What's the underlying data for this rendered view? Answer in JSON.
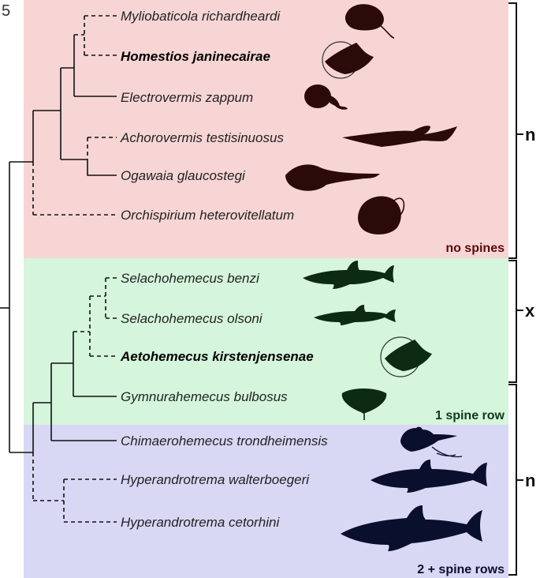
{
  "panel_label": "5",
  "regions": [
    {
      "key": "red",
      "label": "no spines",
      "fill": "#f7d5d5",
      "text_color": "#5a0a0a"
    },
    {
      "key": "green",
      "label": "1 spine row",
      "fill": "#d5f5dc",
      "text_color": "#0e3a18"
    },
    {
      "key": "blue",
      "label": "2 + spine rows",
      "fill": "#d8d8f5",
      "text_color": "#0a0f2e"
    }
  ],
  "taxa": [
    {
      "name": "Myliobaticola richardheardi",
      "bold": false
    },
    {
      "name": "Homestios janinecairae",
      "bold": true
    },
    {
      "name": "Electrovermis zappum",
      "bold": false
    },
    {
      "name": "Achorovermis testisinuosus",
      "bold": false
    },
    {
      "name": "Ogawaia glaucostegi",
      "bold": false
    },
    {
      "name": "Orchispirium heterovitellatum",
      "bold": false
    },
    {
      "name": "Selachohemecus benzi",
      "bold": false
    },
    {
      "name": "Selachohemecus olsoni",
      "bold": false
    },
    {
      "name": "Aetohemecus kirstenjensenae",
      "bold": true
    },
    {
      "name": "Gymnurahemecus bulbosus",
      "bold": false
    },
    {
      "name": "Chimaerohemecus trondheimensis",
      "bold": false
    },
    {
      "name": "Hyperandrotrema walterboegeri",
      "bold": false
    },
    {
      "name": "Hyperandrotrema cetorhini",
      "bold": false
    }
  ],
  "ploidy_brackets": [
    {
      "label": "n"
    },
    {
      "label": "x"
    },
    {
      "label": "n"
    }
  ],
  "silhouettes": {
    "ray-icon": "stingray",
    "eagle-ray-icon": "eagle-ray",
    "skate-icon": "skate",
    "sawfish-icon": "guitarfish",
    "shark-icon": "shark",
    "butterfly-ray-icon": "butterfly-ray",
    "chimaera-icon": "chimaera",
    "basking-shark-icon": "basking-shark"
  }
}
